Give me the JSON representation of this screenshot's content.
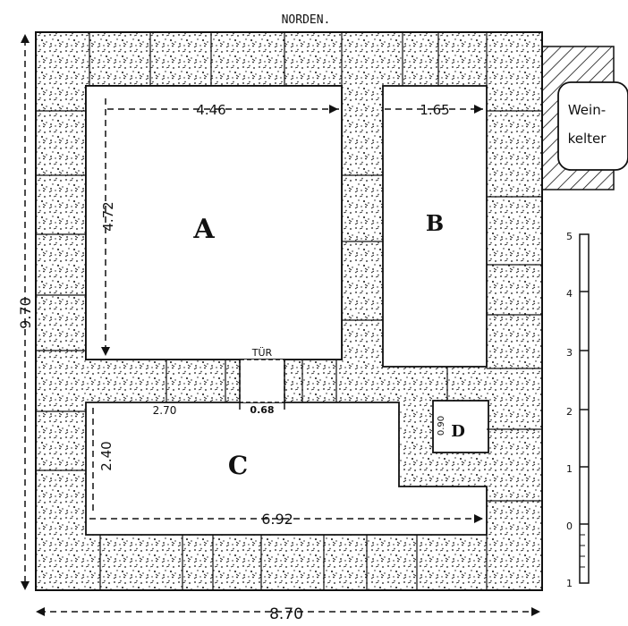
{
  "compass": {
    "north": "NORDEN."
  },
  "rooms": {
    "a": "A",
    "b": "B",
    "c": "C",
    "d": "D"
  },
  "door": {
    "label": "TÜR",
    "width": "0.68"
  },
  "dimensions": {
    "room_a_width": "4.46",
    "room_a_depth": "4.72",
    "room_b_width": "1.65",
    "room_c_width": "6.92",
    "room_c_depth": "2.40",
    "room_c_partial": "2.70",
    "room_d_size": "0.90",
    "total_height": "9.70",
    "total_width": "8.70"
  },
  "adjacent": {
    "label_line1": "Wein-",
    "label_line2": "kelter"
  },
  "scale": {
    "labels": [
      "5",
      "4",
      "3",
      "2",
      "1",
      "0",
      "1"
    ]
  },
  "colors": {
    "ink": "#111111",
    "paper": "#ffffff"
  }
}
